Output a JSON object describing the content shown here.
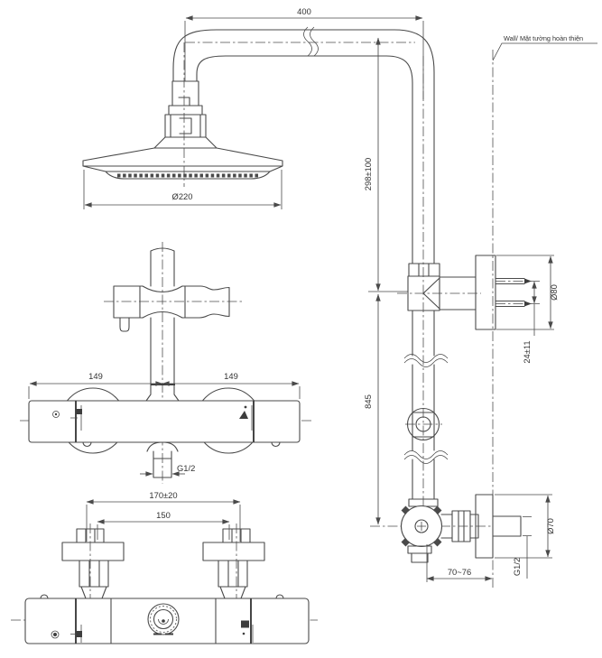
{
  "drawing": {
    "wall_label": "Wall/ Mặt tường hoàn thiện",
    "dims": {
      "arm_length": "400",
      "riser_upper": "298±100",
      "riser_lower": "845",
      "head_diameter": "Ø220",
      "bracket_plate_diameter": "Ø80",
      "bracket_screw_depth": "24±11",
      "mixer_body_left": "149",
      "mixer_body_right": "149",
      "outlet_thread": "G1/2",
      "supply_outer": "170±20",
      "supply_inner": "150",
      "flange_diameter": "Ø70",
      "inlet_thread": "G1/2",
      "center_to_wall": "70~76"
    }
  }
}
